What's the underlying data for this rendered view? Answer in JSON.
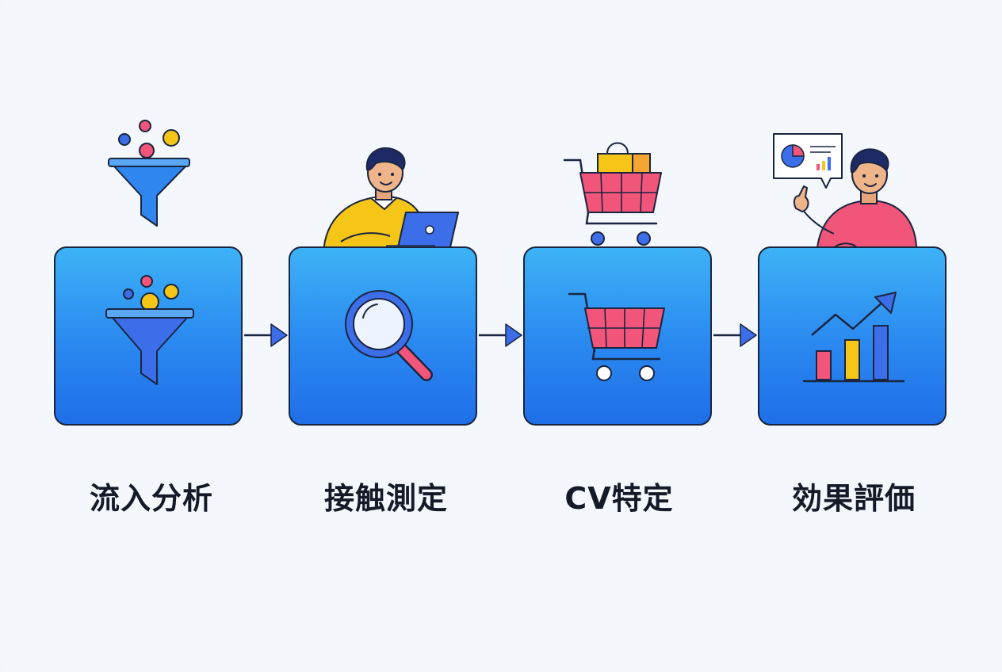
{
  "steps": [
    {
      "label": "流入分析",
      "icon": "funnel-icon"
    },
    {
      "label": "接触測定",
      "icon": "magnifier-icon"
    },
    {
      "label": "CV特定",
      "icon": "cart-icon"
    },
    {
      "label": "効果評価",
      "icon": "growth-chart-icon"
    }
  ],
  "colors": {
    "box_top": "#3db2f6",
    "box_bottom": "#1f6fe8",
    "outline": "#1a2540",
    "pink": "#f2557a",
    "yellow": "#f5c518",
    "blue": "#3b6ee8"
  }
}
